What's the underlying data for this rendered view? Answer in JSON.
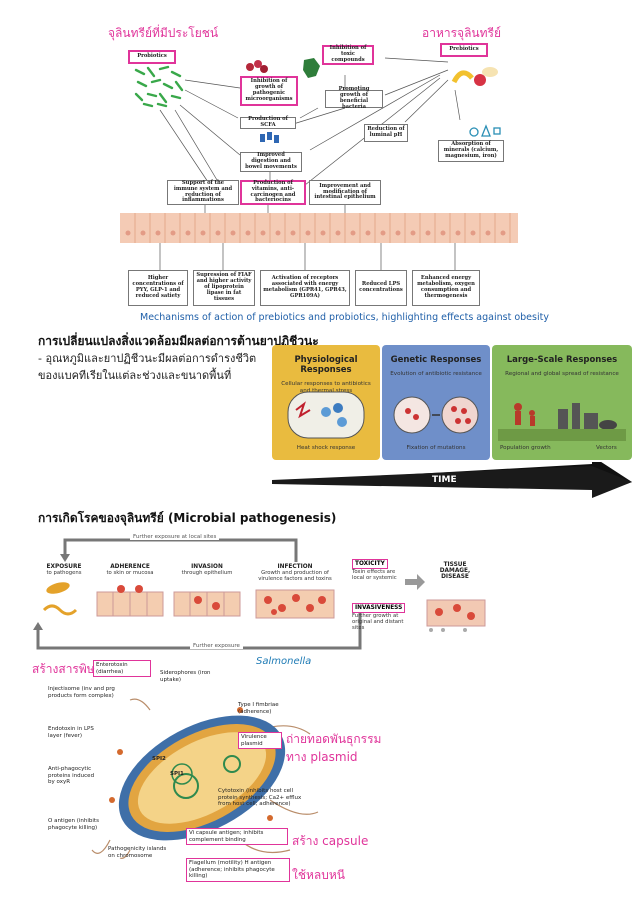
{
  "figure1": {
    "label_left": "จุลินทรีย์ที่มีประโยชน์",
    "label_right": "อาหารจุลินทรีย์",
    "probiotics_box": "Probiotics",
    "prebiotics_box": "Prebiotics",
    "inhibition_growth": "Inhibition of growth of pathogenic microorganisms",
    "inhibition_toxic": "Inhibition of toxic compounds",
    "promoting_growth": "Promoting growth of beneficial bacteria",
    "production_scfa": "Production of SCFA",
    "reduction_ph": "Reduction of luminal pH",
    "absorption_minerals": "Absorption of minerals (calcium, magnesium, iron)",
    "improved_digestion": "Improved digestion and bowel movements",
    "support_immune": "Support of the immune system and reduction of inflammations",
    "production_vitamins": "Production of vitamins, anti-carcinogen and bacteriocins",
    "improvement_epithelium": "Improvement and modification of intestinal epithelium",
    "outcomes": [
      "Higher concentrations of PYY, GLP-1 and reduced satiety",
      "Supression of FIAF and higher activity of lipoprotein lipase in fat tissues",
      "Activation of receptors associated with energy metabolism (GPR41, GPR43, GPR109A)",
      "Reduced LPS concentrations",
      "Enhanced energy metabolism, oxygen consumption and thermogenesis"
    ],
    "caption": "Mechanisms of action of prebiotics and probiotics, highlighting effects against obesity"
  },
  "section2": {
    "heading": "การเปลี่ยนแปลงสิ่งแวดล้อมมีผลต่อการต้านยาปฏิชีวนะ",
    "body": "- อุณหภูมิและยาปฏิชีวนะมีผลต่อการดำรงชีวิตของแบคทีเรียในแต่ละช่วงและขนาดพื้นที่",
    "panels": [
      {
        "title": "Physiological Responses",
        "sub": "Cellular responses to antibiotics and thermal stress",
        "foot": "Heat shock response",
        "color": "#e9bb3f"
      },
      {
        "title": "Genetic Responses",
        "sub": "Evolution of antibiotic resistance",
        "foot": "Fixation of mutations",
        "color": "#6f8fc9"
      },
      {
        "title": "Large-Scale Responses",
        "sub": "Regional and global spread of resistance",
        "foot": "Population growth",
        "foot2": "Vectors",
        "color": "#86b95c"
      }
    ],
    "time_label": "TIME"
  },
  "section3": {
    "heading": "การเกิดโรคของจุลินทรีย์ (Microbial pathogenesis)",
    "further_local": "Further exposure at local sites",
    "further_exposure": "Further exposure",
    "stages": [
      {
        "title": "EXPOSURE",
        "sub": "to pathogens"
      },
      {
        "title": "ADHERENCE",
        "sub": "to skin or mucosa"
      },
      {
        "title": "INVASION",
        "sub": "through epithelium"
      },
      {
        "title": "INFECTION",
        "sub": "Growth and production of virulence factors and toxins"
      }
    ],
    "toxicity_title": "TOXICITY",
    "toxicity_sub": "Toxin effects are local or systemic",
    "invasiveness_title": "INVASIVENESS",
    "invasiveness_sub": "Further growth at original and distant sites",
    "tissue_damage": "TISSUE DAMAGE, DISEASE",
    "salmonella": "Salmonella",
    "labels": {
      "enterotoxin": "Enterotoxin (diarrhea)",
      "siderophores": "Siderophores (iron uptake)",
      "injectisome": "Injectisome (inv and prg products form complex)",
      "type1": "Type I fimbriae (adherence)",
      "endotoxin": "Endotoxin in LPS layer (fever)",
      "virulence": "Virulence plasmid",
      "antiphago": "Anti-phagocytic proteins induced by oxyR",
      "spi2": "SPI2",
      "spi1": "SPI1",
      "cytotoxin": "Cytotoxin (inhibits host cell protein synthesis; Ca2+ efflux from host cell; adherence)",
      "oantigen": "O antigen (inhibits phagocyte killing)",
      "vi": "Vi capsule antigen; inhibits complement binding",
      "pathogenicity": "Pathogenicity islands on chromosome",
      "flagellum": "Flagellum (motility) H antigen (adherence; inhibits phagocyte killing)"
    },
    "thai": {
      "toxin": "สร้างสารพิษ",
      "plasmid1": "ถ่ายทอดพันธุกรรม",
      "plasmid2": "ทาง plasmid",
      "capsule": "สร้าง capsule",
      "flagella": "ใช้หลบหนี"
    }
  }
}
